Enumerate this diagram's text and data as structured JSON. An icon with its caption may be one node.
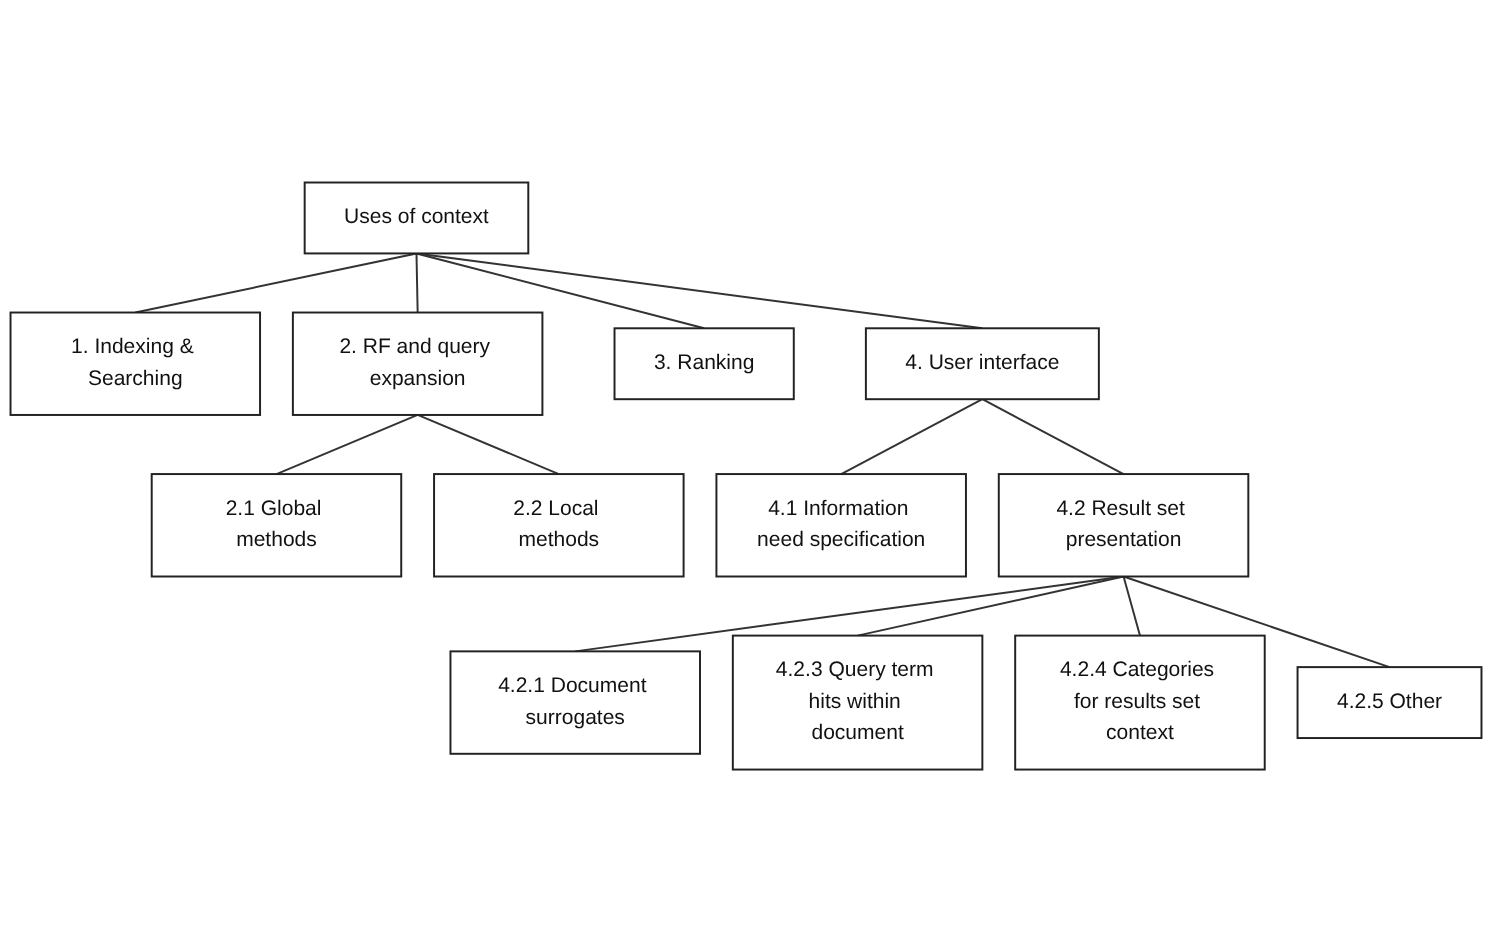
{
  "diagram": {
    "nodes": [
      {
        "text": [
          "Uses of context"
        ]
      },
      {
        "text": [
          "1. Indexing & Searching"
        ]
      },
      {
        "text": [
          "2. RF and query expansion"
        ]
      },
      {
        "text": [
          "3. Ranking"
        ]
      },
      {
        "text": [
          "4. User interface"
        ]
      },
      {
        "text": [
          "2.1 Global methods"
        ]
      },
      {
        "text": [
          "2.2 Local methods"
        ]
      },
      {
        "text": [
          "4.1 Information need specification"
        ]
      },
      {
        "text": [
          "4.2 Result set presentation"
        ]
      },
      {
        "text": [
          "4.2.1 Document surrogates"
        ]
      },
      {
        "text": [
          "4.2.3 Query term hits within document"
        ]
      },
      {
        "text": [
          "4.2.4 Categories for results set context"
        ]
      },
      {
        "text": [
          "4.2.5 Other"
        ]
      }
    ],
    "edges": [
      {
        "from": 0,
        "to": 1,
        "arrow": "none"
      },
      {
        "from": 0,
        "to": 2,
        "arrow": "none"
      },
      {
        "from": 0,
        "to": 3,
        "arrow": "none"
      },
      {
        "from": 0,
        "to": 4,
        "arrow": "none"
      },
      {
        "from": 2,
        "to": 5,
        "arrow": "none"
      },
      {
        "from": 2,
        "to": 6,
        "arrow": "none"
      },
      {
        "from": 4,
        "to": 7,
        "arrow": "none"
      },
      {
        "from": 4,
        "to": 8,
        "arrow": "none"
      },
      {
        "from": 8,
        "to": 9,
        "arrow": "none"
      },
      {
        "from": 8,
        "to": 10,
        "arrow": "none"
      },
      {
        "from": 8,
        "to": 11,
        "arrow": "none"
      },
      {
        "from": 8,
        "to": 12,
        "arrow": "none"
      }
    ]
  }
}
